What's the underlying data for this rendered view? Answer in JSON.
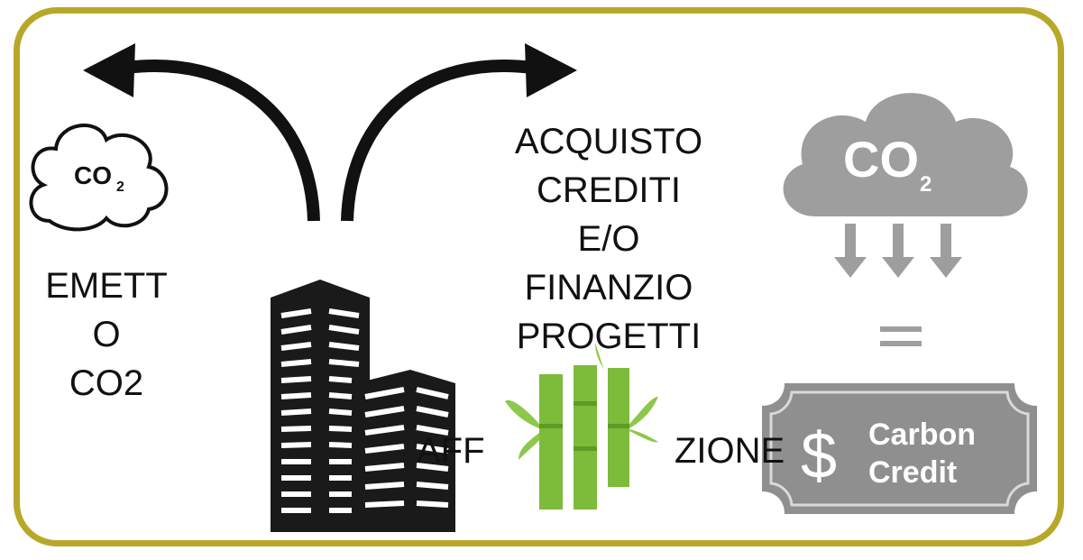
{
  "labels": {
    "emission": [
      "EMETT",
      "O",
      "CO2"
    ],
    "purchase": [
      "ACQUISTO",
      "CREDITI",
      "E/O",
      "FINANZIO",
      "PROGETTI"
    ],
    "afforestation_left": "AFF",
    "afforestation_right": "ZIONE"
  },
  "icon_text": {
    "small_cloud": "CO",
    "small_cloud_sub": "2",
    "grey_cloud": "CO",
    "grey_cloud_sub": "2",
    "carbon_line1": "Carbon",
    "carbon_line2": "Credit",
    "dollar": "$"
  },
  "colors": {
    "frame_border": "#b8a82a",
    "grey_icon": "#9e9e9e",
    "bamboo": "#7dbb3a",
    "building": "#1a1a1a"
  }
}
